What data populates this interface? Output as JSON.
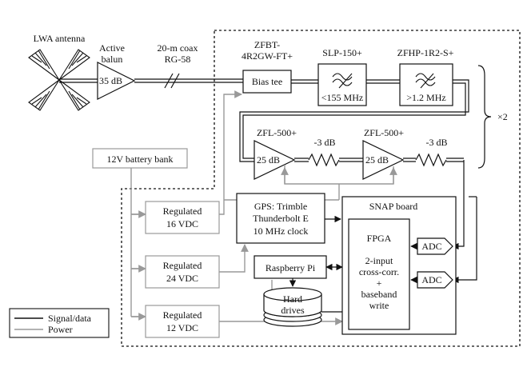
{
  "labels": {
    "antenna": "LWA antenna",
    "balun_l1": "Active",
    "balun_l2": "balun",
    "balun_gain": "35 dB",
    "coax_l1": "20-m coax",
    "coax_l2": "RG-58",
    "zfbt_l1": "ZFBT-",
    "zfbt_l2": "4R2GW-FT+",
    "bias_tee": "Bias tee",
    "slp_name": "SLP-150+",
    "slp_spec": "<155 MHz",
    "zfhp_name": "ZFHP-1R2-S+",
    "zfhp_spec": ">1.2 MHz",
    "times2": "×2",
    "zfl1_name": "ZFL-500+",
    "zfl1_gain": "25 dB",
    "att1": "-3 dB",
    "zfl2_name": "ZFL-500+",
    "zfl2_gain": "25 dB",
    "att2": "-3 dB",
    "battery": "12V battery bank",
    "reg16_l1": "Regulated",
    "reg16_l2": "16 VDC",
    "reg24_l1": "Regulated",
    "reg24_l2": "24 VDC",
    "reg12_l1": "Regulated",
    "reg12_l2": "12 VDC",
    "gps_l1": "GPS: Trimble",
    "gps_l2": "Thunderbolt E",
    "gps_l3": "10 MHz clock",
    "snap": "SNAP board",
    "fpga_title": "FPGA",
    "fpga_l1": "2-input",
    "fpga_l2": "cross-corr.",
    "fpga_l3": "+",
    "fpga_l4": "baseband",
    "fpga_l5": "write",
    "adc1": "ADC",
    "adc2": "ADC",
    "rpi": "Raspberry Pi",
    "drives_l1": "Hard",
    "drives_l2": "drives"
  },
  "legend": {
    "signal": "Signal/data",
    "power": "Power"
  },
  "colors": {
    "signal": "#111111",
    "power": "#999999"
  }
}
